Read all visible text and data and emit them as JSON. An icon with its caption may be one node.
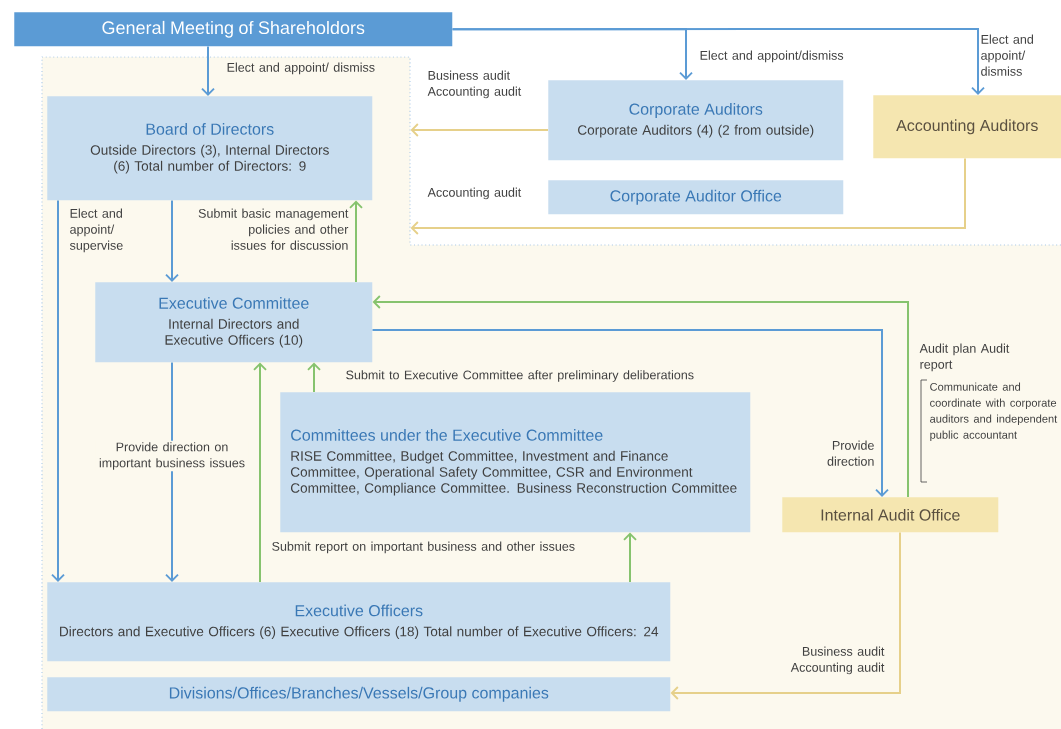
{
  "diagram": {
    "nodes": [
      {
        "text": [
          "General Meeting of Shareholdors"
        ]
      },
      {
        "text": [],
        "shape": "box"
      },
      {
        "text": [
          "Board of Directors",
          "Outside Directors (3), Internal Directors (6) Total number of Directors: 9"
        ],
        "in": 1
      },
      {
        "text": [
          "Corporate Auditors",
          "Corporate Auditors (4) (2 from outside)"
        ]
      },
      {
        "text": [
          "Accounting Auditors"
        ]
      },
      {
        "text": [
          "Corporate Auditor Office"
        ]
      },
      {
        "text": [
          "Executive Committee",
          "Internal Directors and Executive Officers (10)"
        ],
        "in": 1
      },
      {
        "text": [
          "Committees under the Executive Committee",
          "RISE Committee, Budget Committee, Investment and Finance Committee, Operational Safety Committee, CSR and Environment Committee, Compliance Committee. Business Reconstruction Committee"
        ],
        "in": 1
      },
      {
        "text": [
          "Internal Audit Office"
        ],
        "in": 1
      },
      {
        "text": [
          "Executive Officers",
          "Directors and Executive Officers (6) Executive Officers (18) Total number of Executive Officers: 24"
        ],
        "in": 1
      },
      {
        "text": [
          "Divisions/Offices/Branches/Vessels/Group companies"
        ],
        "in": 1
      }
    ],
    "edges": [
      {
        "from": 0,
        "to": 2,
        "arrow": "to",
        "label": "Elect and appoint/ dismiss"
      },
      {
        "from": 0,
        "to": 3,
        "arrow": "to",
        "label": "Elect and appoint/dismiss"
      },
      {
        "from": 0,
        "to": 4,
        "arrow": "to",
        "label": "Elect and appoint/ dismiss"
      },
      {
        "from": 3,
        "to": 1,
        "arrow": "to",
        "label": "Business audit Accounting audit",
        "color": "#e6d08a"
      },
      {
        "from": 4,
        "to": 1,
        "arrow": "to",
        "label": "Accounting audit",
        "color": "#e6d08a"
      },
      {
        "from": 2,
        "to": 9,
        "arrow": "to",
        "label": "Elect and appoint/ supervise"
      },
      {
        "from": 2,
        "to": 6,
        "arrow": "to"
      },
      {
        "from": 6,
        "to": 2,
        "arrow": "to",
        "label": "Submit basic management policies and other issues for discussion",
        "color": "#86c36e"
      },
      {
        "from": 9,
        "to": 6,
        "arrow": "to",
        "label": "Submit report on important business and other issues",
        "color": "#86c36e"
      },
      {
        "from": 7,
        "to": 6,
        "arrow": "to",
        "label": "Submit to Executive Committee after preliminary deliberations",
        "color": "#86c36e"
      },
      {
        "from": 9,
        "to": 7,
        "arrow": "to",
        "color": "#86c36e"
      },
      {
        "from": 6,
        "to": 9,
        "arrow": "to",
        "label": "Provide direction on important business issues"
      },
      {
        "from": 6,
        "to": 8,
        "arrow": "to",
        "label": "Provide direction"
      },
      {
        "from": 8,
        "to": 6,
        "arrow": "to",
        "label": "Audit plan Audit report",
        "color": "#86c36e"
      },
      {
        "from": 8,
        "to": 10,
        "arrow": "to",
        "label": "Business audit Accounting audit",
        "color": "#e6d08a"
      }
    ],
    "labels": [
      "Communicate and coordinate with corporate auditors and independent public accountant"
    ]
  }
}
